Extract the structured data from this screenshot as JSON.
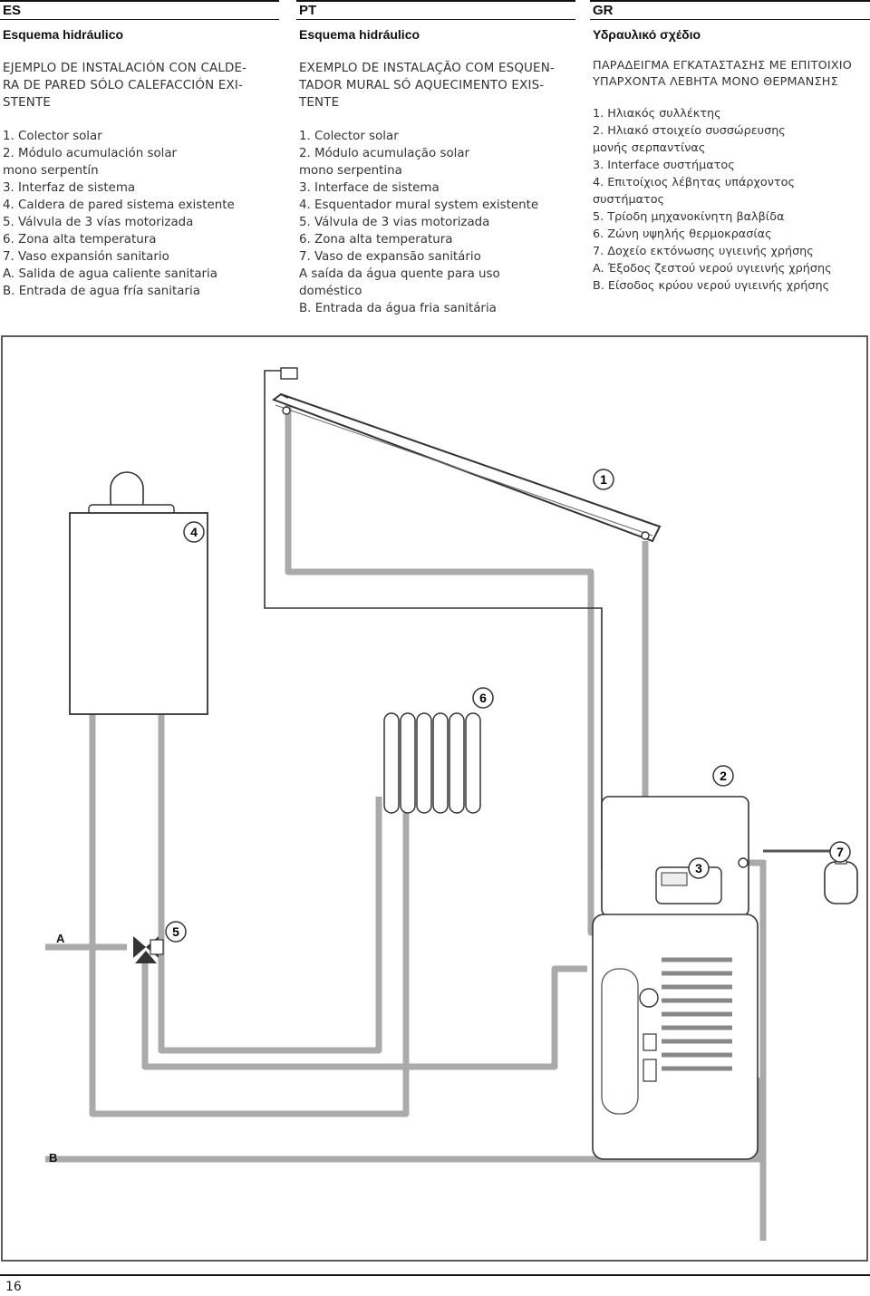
{
  "columns": {
    "es": {
      "lang": "ES",
      "subtitle": "Esquema hidráulico",
      "heading": [
        "EJEMPLO DE INSTALACIÓN CON CALDE-",
        "RA DE PARED SÓLO CALEFACCIÓN EXI-",
        "STENTE"
      ],
      "items": [
        "1. Colector solar",
        "2. Módulo acumulación solar",
        "mono serpentín",
        "3. Interfaz de sistema",
        "4. Caldera de pared sistema existente",
        "5. Válvula de 3 vías motorizada",
        "6. Zona alta temperatura",
        "7. Vaso expansión sanitario",
        "A. Salida de agua caliente sanitaria",
        "B. Entrada de agua fría sanitaria"
      ]
    },
    "pt": {
      "lang": "PT",
      "subtitle": "Esquema hidráulico",
      "heading": [
        "EXEMPLO DE INSTALAÇÃO COM ESQUEN-",
        "TADOR MURAL SÓ AQUECIMENTO EXIS-",
        "TENTE"
      ],
      "items": [
        "1. Colector solar",
        "2. Módulo acumulação solar",
        "mono serpentina",
        "3. Interface de sistema",
        "4. Esquentador mural system existente",
        "5. Válvula de 3 vias motorizada",
        "6. Zona alta temperatura",
        "7. Vaso de expansão sanitário",
        "A  saída da água quente para uso",
        "doméstico",
        "B. Entrada da água fria sanitária"
      ]
    },
    "gr": {
      "lang": "GR",
      "subtitle": "Υδραυλικό σχέδιο",
      "heading": [
        "ΠΑΡΑΔΕΙΓΜΑ ΕΓΚΑΤΑΣΤΑΣΗΣ ΜΕ ΕΠΙΤΟΙΧΙΟ",
        "ΥΠΑΡΧΟΝΤΑ ΛΕΒΗΤΑ ΜΟΝΟ ΘΕΡΜΑΝΣΗΣ"
      ],
      "items": [
        "1. Ηλιακός συλλέκτης",
        "2. Ηλιακό στοιχείο συσσώρευσης",
        "μονής σερπαντίνας",
        "3. Interface συστήματος",
        "4. Επιτοίχιος λέβητας υπάρχοντος συστήματος",
        "5. Τρίοδη μηχανοκίνητη βαλβίδα",
        "6. Ζώνη υψηλής θερμοκρασίας",
        "7. Δοχείο εκτόνωσης υγιεινής χρήσης",
        "A. Έξοδος ζεστού νερού υγιεινής χρήσης",
        "B. Είσοδος κρύου νερού υγιεινής χρήσης"
      ]
    }
  },
  "diagram": {
    "callouts": {
      "c1": "1",
      "c2": "2",
      "c3": "3",
      "c4": "4",
      "c5": "5",
      "c6": "6",
      "c7": "7"
    },
    "port_a": "A",
    "port_b": "B",
    "pipe_color": "#aaaaaa",
    "line_color": "#333333"
  },
  "page_number": "16"
}
